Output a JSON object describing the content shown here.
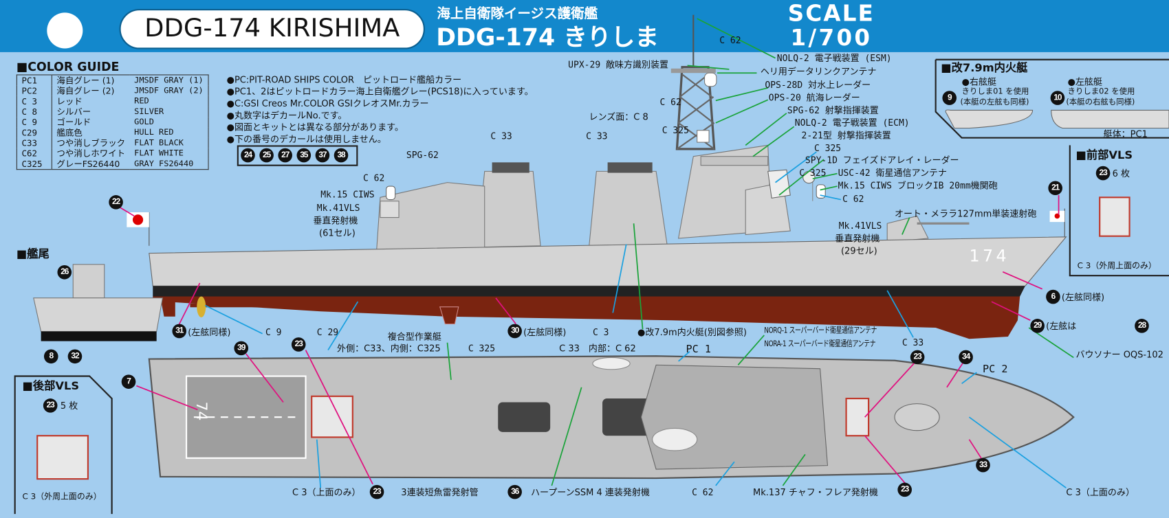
{
  "header": {
    "ship_name": "DDG-174 KIRISHIMA",
    "subtitle_jp": "海上自衛隊イージス護衛艦",
    "title_jp": "DDG-174 きりしま",
    "scale_label": "SCALE",
    "scale_value": "1/700"
  },
  "colors": {
    "header": "#1388cc",
    "background": "#a3cdef",
    "hull_red": "#7a2410",
    "deck_gray": "#c8c8c8",
    "leader_green": "#1aa33a",
    "leader_blue": "#1aa0e0",
    "leader_magenta": "#e0107f"
  },
  "color_guide": {
    "title": "■COLOR GUIDE",
    "rows": [
      {
        "code": "PC1",
        "jp": "海自グレー (1)",
        "en": "JMSDF GRAY (1)"
      },
      {
        "code": "PC2",
        "jp": "海自グレー (2)",
        "en": "JMSDF GRAY (2)"
      },
      {
        "code": "C 3",
        "jp": "レッド",
        "en": "RED"
      },
      {
        "code": "C 8",
        "jp": "シルバー",
        "en": "SILVER"
      },
      {
        "code": "C 9",
        "jp": "ゴールド",
        "en": "GOLD"
      },
      {
        "code": "C29",
        "jp": "艦底色",
        "en": "HULL RED"
      },
      {
        "code": "C33",
        "jp": "つや消しブラック",
        "en": "FLAT BLACK"
      },
      {
        "code": "C62",
        "jp": "つや消しホワイト",
        "en": "FLAT WHITE"
      },
      {
        "code": "C325",
        "jp": "グレーFS26440",
        "en": "GRAY FS26440"
      }
    ]
  },
  "notes": [
    "●PC:PIT-ROAD SHIPS COLOR　ピットロード艦船カラー",
    "●PC1、2はピットロードカラー海上自衛艦グレー(PCS18)に入っています。",
    "●C:GSI Creos Mr.COLOR GSIクレオスMr.カラー",
    "●丸数字はデカールNo.です。",
    "●図面とキットとは異なる部分があります。",
    "●下の番号のデカールは使用しません。"
  ],
  "unused_decals": [
    "24",
    "25",
    "27",
    "35",
    "37",
    "38"
  ],
  "side_labels": {
    "upx29": "UPX-29 敵味方識別装置",
    "c62_mast": "C 62",
    "nolq2_esm": "NOLQ-2 電子戦装置 (ESM)",
    "heli_datalink": "ヘリ用データリンクアンテナ",
    "ops28d": "OPS-28D 対水上レーダー",
    "ops20": "OPS-20 航海レーダー",
    "spg62_fwd": "SPG-62 射撃指揮装置",
    "nolq2_ecm": "NOLQ-2 電子戦装置 (ECM)",
    "type221": "2-21型 射撃指揮装置",
    "c325_a": "C 325",
    "spy1d": "SPY-1D フェイズドアレイ・レーダー",
    "c325_b": "C 325",
    "usc42": "USC-42 衛星通信アンテナ",
    "mk15_fwd": "Mk.15 CIWS ブロックIB 20mm機関砲",
    "c62_fwd": "C 62",
    "oto127": "オート・メララ127mm単装速射砲",
    "vls_fwd": [
      "Mk.41VLS",
      "垂直発射機",
      "(29セル)"
    ],
    "c62_mid": "C 62",
    "lens": "レンズ面：C 8",
    "c325_mid": "C 325",
    "c33_aft": "C 33",
    "c33_fwd": "C 33",
    "spg62_aft": "SPG-62",
    "c62_aft": "C 62",
    "mk15_aft": "Mk.15 CIWS",
    "vls_aft": [
      "Mk.41VLS",
      "垂直発射機",
      "(61セル)"
    ],
    "stern_title": "■艦尾",
    "port_same_31": "(左舷同様)",
    "c9": "C 9",
    "c29": "C 29",
    "port_same_30": "(左舷同様)",
    "c3": "C 3",
    "boat_ref": "●改7.9m内火艇(別図参照)",
    "norq1": "NORQ-1 スーパーバード衛星通信アンテナ",
    "nora1": "NORA-1 スーパーバード衛星通信アンテナ",
    "c33_hull": "C 33",
    "port_same_6": "(左舷同様)",
    "port_is": "(左舷は",
    "bow_sonar": "バウソナー OQS-102",
    "hull_number": "174"
  },
  "top_labels": {
    "workboat": "複合型作業艇",
    "workboat_color": "外側：C33、内側：C325",
    "c325": "C 325",
    "c33_inner": "C 33　内部：C 62",
    "pc1": "PC 1",
    "pc2": "PC 2",
    "c3_top_aft": "C 3（上面のみ）",
    "torpedo": "3連装短魚雷発射管",
    "harpoon": "ハープーンSSM 4 連装発射機",
    "c62": "C 62",
    "mk137": "Mk.137 チャフ・フレア発射機",
    "c3_top_fwd": "C 3（上面のみ）",
    "deck_number": "74"
  },
  "boat_box": {
    "title": "■改7.9m内火艇",
    "starboard": "●右舷艇",
    "starboard_use": "きりしま01 を使用",
    "starboard_note": "(本艇の左舷も同様)",
    "port": "●左舷艇",
    "port_use": "きりしま02 を使用",
    "port_note": "(本艇の右舷も同様)",
    "hull_color": "艇体：PC1"
  },
  "fwd_vls": {
    "title": "■前部VLS",
    "decal": "23",
    "count": "6 枚",
    "note": "C 3（外周上面のみ）"
  },
  "aft_vls": {
    "title": "■後部VLS",
    "decal": "23",
    "count": "5 枚",
    "note": "C 3（外周上面のみ）"
  },
  "decals": {
    "d22": "22",
    "d26": "26",
    "d8": "8",
    "d32": "32",
    "d31": "31",
    "d30": "30",
    "d39": "39",
    "d23": "23",
    "d7": "7",
    "d36": "36",
    "d34": "34",
    "d33": "33",
    "d21": "21",
    "d6": "6",
    "d29": "29",
    "d28": "28",
    "d9": "9",
    "d10": "10"
  }
}
